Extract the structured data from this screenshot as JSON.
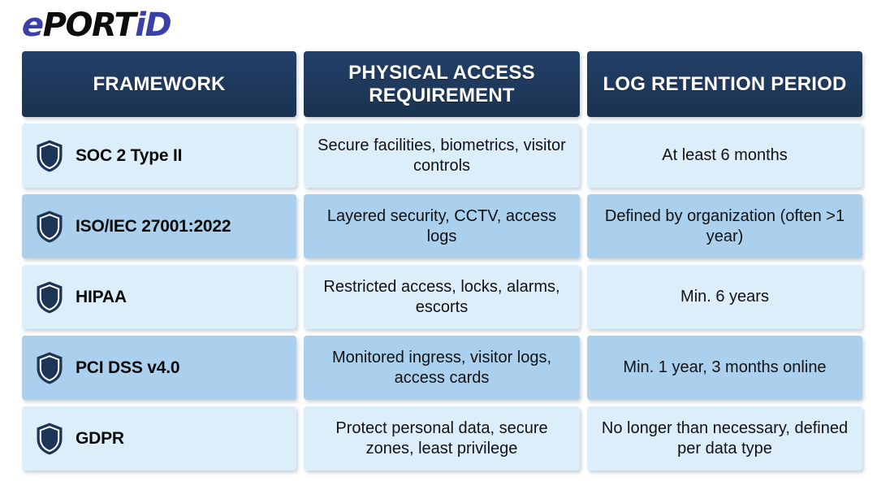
{
  "logo": {
    "part1": "e",
    "part2": "PORT",
    "part3": "iD",
    "accent_color": "#3b3fa8",
    "dark_color": "#0d0d0d"
  },
  "theme": {
    "header_bg": "#1d3557",
    "row_light_bg": "#ddeefb",
    "row_dark_bg": "#abd0ed",
    "shield_fill": "#1d3557",
    "text_color": "#121212",
    "page_bg": "#ffffff"
  },
  "table": {
    "headers": [
      {
        "label": "FRAMEWORK",
        "name": "header-framework"
      },
      {
        "label": "PHYSICAL ACCESS REQUIREMENT",
        "name": "header-physical-access-requirement"
      },
      {
        "label": "LOG RETENTION PERIOD",
        "name": "header-log-retention-period"
      }
    ],
    "rows": [
      {
        "framework": "SOC 2 Type II",
        "icon": "shield-icon",
        "physical_access": "Secure facilities, biometrics, visitor controls",
        "log_retention": "At least 6 months",
        "shade": "light"
      },
      {
        "framework": "ISO/IEC 27001:2022",
        "icon": "shield-icon",
        "physical_access": "Layered security, CCTV, access logs",
        "log_retention": "Defined by organization (often >1 year)",
        "shade": "dark"
      },
      {
        "framework": "HIPAA",
        "icon": "shield-icon",
        "physical_access": "Restricted access, locks, alarms, escorts",
        "log_retention": "Min. 6 years",
        "shade": "light"
      },
      {
        "framework": "PCI DSS v4.0",
        "icon": "shield-icon",
        "physical_access": "Monitored ingress, visitor logs, access cards",
        "log_retention": "Min. 1 year, 3 months online",
        "shade": "dark"
      },
      {
        "framework": "GDPR",
        "icon": "shield-icon",
        "physical_access": "Protect personal data, secure zones, least privilege",
        "log_retention": "No longer than necessary, defined per data type",
        "shade": "light"
      }
    ]
  }
}
